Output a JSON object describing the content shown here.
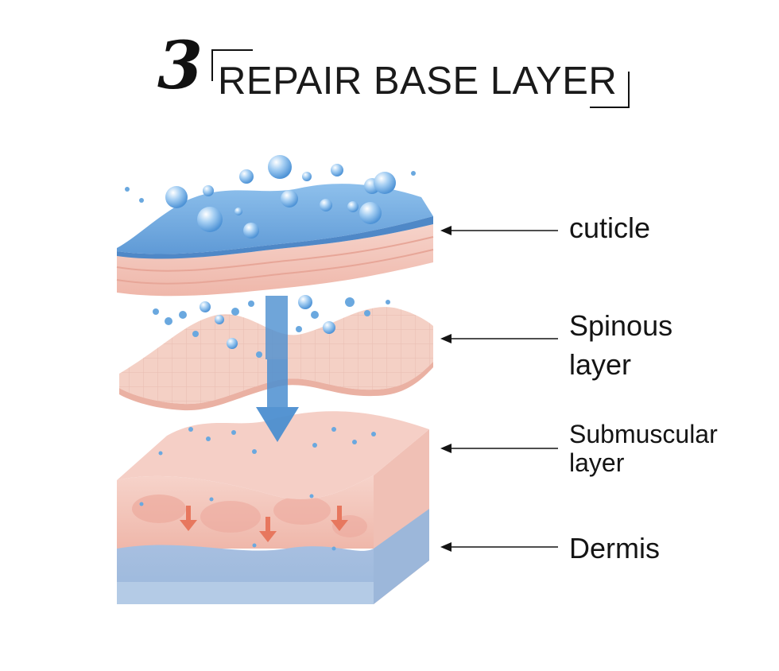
{
  "title": {
    "number": "3",
    "text": "REPAIR BASE LAYER"
  },
  "labels": {
    "cuticle": "cuticle",
    "spinous_line1": "Spinous",
    "spinous_line2": "layer",
    "submuscular_line1": "Submuscular",
    "submuscular_line2": "layer",
    "dermis": "Dermis"
  },
  "colors": {
    "water_blue": "#6aa8df",
    "skin_pink": "#f3c6bd",
    "dermis_blue": "#a9c3e2",
    "arrow_blue": "#4c8fd0",
    "arrow_red": "#e7775e"
  }
}
